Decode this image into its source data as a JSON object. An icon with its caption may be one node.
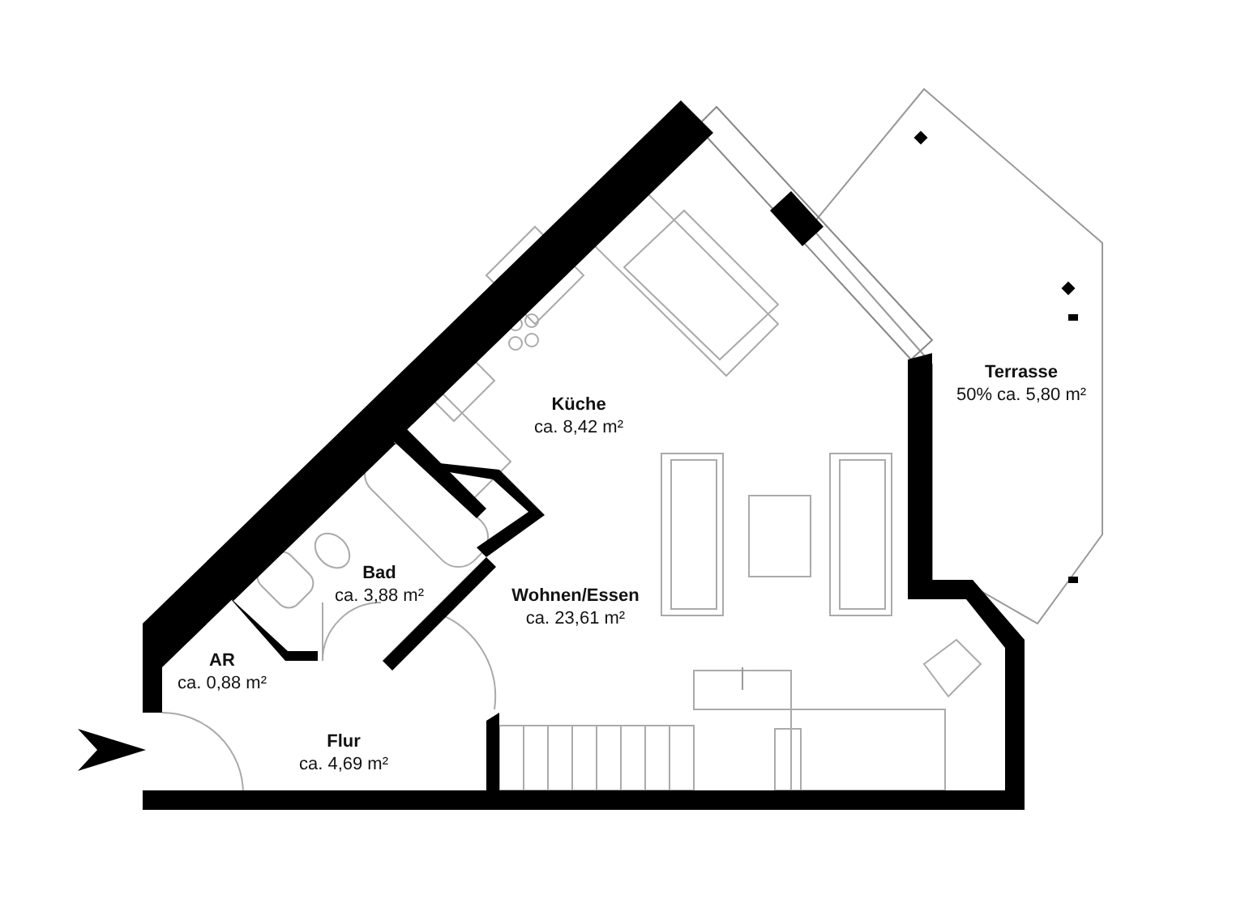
{
  "diagram": {
    "labels": [
      "Terrasse",
      "50% ca. 5,80 m²",
      "Küche",
      "ca. 8,42 m²",
      "Bad",
      "ca. 3,88 m²",
      "Wohnen/Essen",
      "ca. 23,61 m²",
      "AR",
      "ca. 0,88 m²",
      "Flur",
      "ca. 4,69 m²"
    ]
  }
}
